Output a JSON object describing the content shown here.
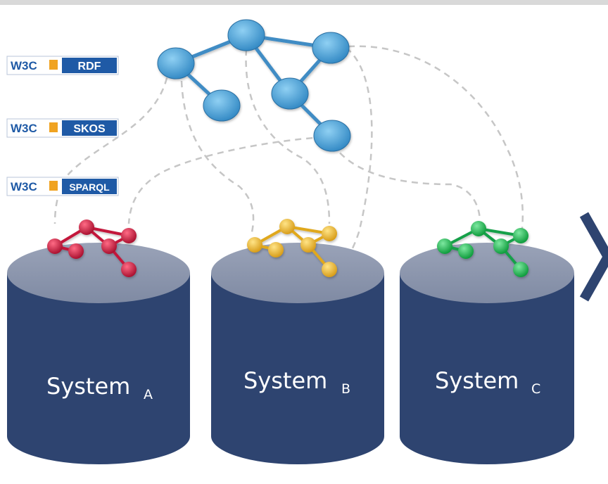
{
  "standards": [
    {
      "prefix": "W3C",
      "name": "RDF"
    },
    {
      "prefix": "W3C",
      "name": "SKOS"
    },
    {
      "prefix": "W3C",
      "name": "SPARQL"
    }
  ],
  "systems": [
    {
      "name": "System",
      "sub": "A",
      "graph_color": "#c3163a"
    },
    {
      "name": "System",
      "sub": "B",
      "graph_color": "#e8b52c"
    },
    {
      "name": "System",
      "sub": "C",
      "graph_color": "#15b04a"
    }
  ],
  "colors": {
    "cylinder_body": "#2e4470",
    "cylinder_top": "#8d97ae",
    "central_graph": "#4da3d6",
    "central_edge": "#3f8cc4",
    "link_dashes": "#c6c6c6",
    "logo_blue": "#1f5aa6"
  }
}
